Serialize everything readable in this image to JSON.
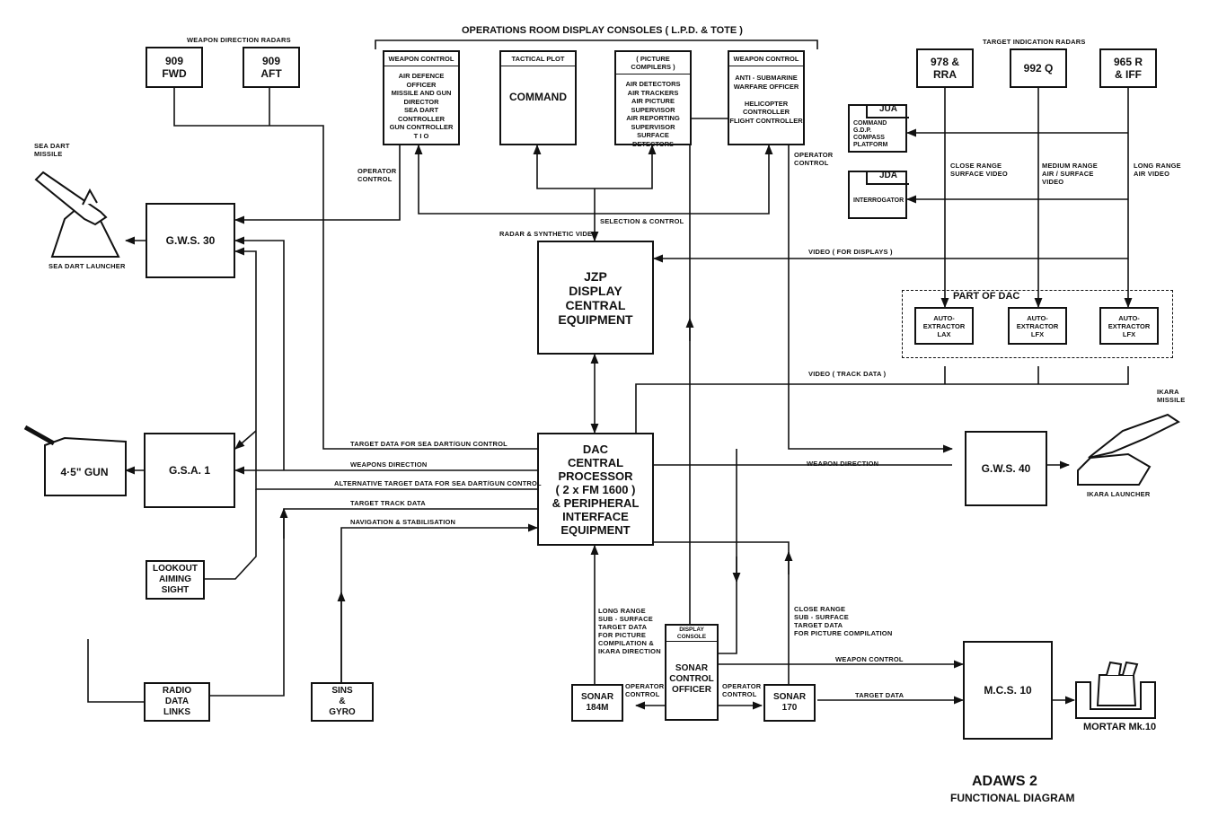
{
  "title": "ADAWS 2",
  "subtitle": "FUNCTIONAL DIAGRAM",
  "headers": {
    "consoles": "OPERATIONS ROOM DISPLAY CONSOLES ( L.P.D. & TOTE )",
    "weapon_direction_radars": "WEAPON DIRECTION RADARS",
    "target_indication_radars": "TARGET INDICATION RADARS"
  },
  "boxes": {
    "radar_909_fwd": "909\nFWD",
    "radar_909_aft": "909\nAFT",
    "gws30": "G.W.S. 30",
    "gsa1": "G.S.A. 1",
    "gun": "4·5\" GUN",
    "lookout": "LOOKOUT\nAIMING\nSIGHT",
    "radio": "RADIO\nDATA\nLINKS",
    "sins": "SINS\n&\nGYRO",
    "jzp": "JZP\nDISPLAY\nCENTRAL\nEQUIPMENT",
    "dac": "DAC\nCENTRAL\nPROCESSOR\n( 2 x FM 1600 )\n& PERIPHERAL\nINTERFACE\nEQUIPMENT",
    "radar_978": "978 &\nRRA",
    "radar_992": "992 Q",
    "radar_965": "965 R\n& IFF",
    "jua_title": "JUA",
    "jua_body": "COMMAND\nG.D.P.\nCOMPASS\nPLATFORM",
    "jda_title": "JDA",
    "jda_body": "INTERROGATOR",
    "ae_lax": "AUTO-\nEXTRACTOR\nLAX",
    "ae_lfx1": "AUTO-\nEXTRACTOR\nLFX",
    "ae_lfx2": "AUTO-\nEXTRACTOR\nLFX",
    "part_of_dac": "PART OF DAC",
    "gws40": "G.W.S. 40",
    "mcs10": "M.C.S. 10",
    "sonar184": "SONAR\n184M",
    "sonar170": "SONAR\n170",
    "sonar_officer": "SONAR\nCONTROL\nOFFICER",
    "display_console": "DISPLAY\nCONSOLE"
  },
  "consoles": [
    {
      "head": "WEAPON CONTROL",
      "body": "AIR DEFENCE OFFICER\nMISSILE AND GUN\nDIRECTOR\nSEA DART CONTROLLER\nGUN CONTROLLER\nT I O"
    },
    {
      "head": "TACTICAL PLOT",
      "body": "COMMAND"
    },
    {
      "head": "( PICTURE COMPILERS )",
      "body": "AIR DETECTORS\nAIR TRACKERS\nAIR PICTURE\nSUPERVISOR\nAIR REPORTING\nSUPERVISOR\nSURFACE DETECTORS"
    },
    {
      "head": "WEAPON CONTROL",
      "body": "ANTI - SUBMARINE\nWARFARE OFFICER\n\nHELICOPTER CONTROLLER\nFLIGHT CONTROLLER"
    }
  ],
  "labels": {
    "sea_dart_missile": "SEA DART\nMISSILE",
    "sea_dart_launcher": "SEA DART LAUNCHER",
    "operator_control_left": "OPERATOR\nCONTROL",
    "operator_control_right": "OPERATOR\nCONTROL",
    "selection_control": "SELECTION & CONTROL",
    "radar_synthetic_video": "RADAR & SYNTHETIC VIDEO",
    "close_range_surface": "CLOSE RANGE\nSURFACE VIDEO",
    "medium_range": "MEDIUM RANGE\nAIR / SURFACE\nVIDEO",
    "long_range_air": "LONG RANGE\nAIR VIDEO",
    "video_displays": "VIDEO ( FOR DISPLAYS )",
    "video_track": "VIDEO ( TRACK DATA )",
    "ikara_missile": "IKARA\nMISSILE",
    "ikara_launcher": "IKARA LAUNCHER",
    "target_data_seadart": "TARGET DATA FOR SEA DART/GUN CONTROL",
    "weapons_direction": "WEAPONS DIRECTION",
    "alt_target": "ALTERNATIVE TARGET DATA FOR SEA DART/GUN CONTROL",
    "target_track": "TARGET TRACK DATA",
    "nav_stab": "NAVIGATION & STABILISATION",
    "weapon_direction_right": "WEAPON DIRECTION",
    "long_range_sub": "LONG RANGE\nSUB - SURFACE\nTARGET DATA\nFOR PICTURE\nCOMPILATION &\nIKARA DIRECTION",
    "close_range_sub": "CLOSE RANGE\nSUB - SURFACE\nTARGET DATA\nFOR PICTURE COMPILATION",
    "operator_control_sonar1": "OPERATOR\nCONTROL",
    "operator_control_sonar2": "OPERATOR\nCONTROL",
    "weapon_control_bottom": "WEAPON  CONTROL",
    "target_data_bottom": "TARGET  DATA",
    "mortar": "MORTAR Mk.10"
  }
}
